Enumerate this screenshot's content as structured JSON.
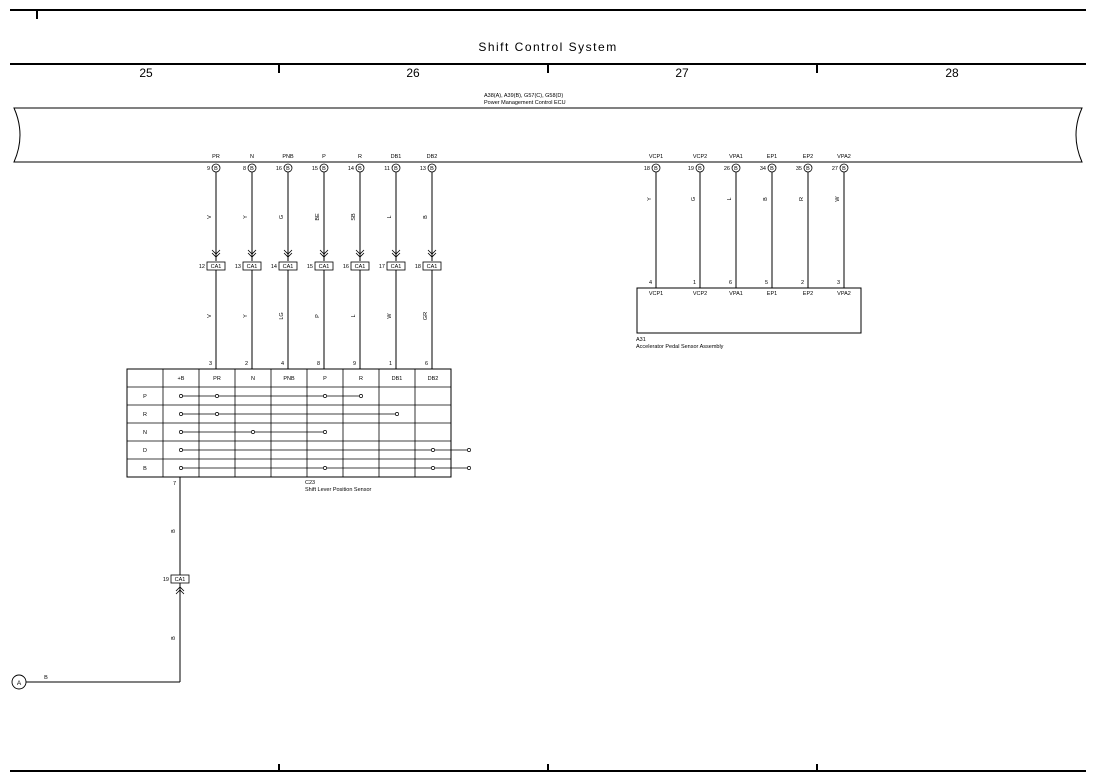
{
  "title": "Shift Control System",
  "columns": [
    "25",
    "26",
    "27",
    "28"
  ],
  "ecu": {
    "codes": "A38(A), A39(B), G57(C), G58(D)",
    "name": "Power Management Control ECU"
  },
  "ecu_pins_left": [
    {
      "name": "PR",
      "pin": "9",
      "conn": "B",
      "wire_top": "V",
      "junction_pin": "12",
      "junction": "CA1",
      "wire_bottom": "V",
      "sensor_pin": "3"
    },
    {
      "name": "N",
      "pin": "8",
      "conn": "B",
      "wire_top": "Y",
      "junction_pin": "13",
      "junction": "CA1",
      "wire_bottom": "Y",
      "sensor_pin": "2"
    },
    {
      "name": "PNB",
      "pin": "16",
      "conn": "B",
      "wire_top": "G",
      "junction_pin": "14",
      "junction": "CA1",
      "wire_bottom": "LG",
      "sensor_pin": "4"
    },
    {
      "name": "P",
      "pin": "15",
      "conn": "B",
      "wire_top": "BE",
      "junction_pin": "15",
      "junction": "CA1",
      "wire_bottom": "P",
      "sensor_pin": "8"
    },
    {
      "name": "R",
      "pin": "14",
      "conn": "B",
      "wire_top": "SB",
      "junction_pin": "16",
      "junction": "CA1",
      "wire_bottom": "L",
      "sensor_pin": "9"
    },
    {
      "name": "DB1",
      "pin": "11",
      "conn": "B",
      "wire_top": "L",
      "junction_pin": "17",
      "junction": "CA1",
      "wire_bottom": "W",
      "sensor_pin": "1"
    },
    {
      "name": "DB2",
      "pin": "13",
      "conn": "B",
      "wire_top": "B",
      "junction_pin": "18",
      "junction": "CA1",
      "wire_bottom": "GR",
      "sensor_pin": "6"
    }
  ],
  "ecu_pins_right": [
    {
      "name": "VCP1",
      "pin": "18",
      "conn": "B",
      "wire": "Y",
      "sensor_pin": "4"
    },
    {
      "name": "VCP2",
      "pin": "19",
      "conn": "B",
      "wire": "G",
      "sensor_pin": "1"
    },
    {
      "name": "VPA1",
      "pin": "26",
      "conn": "B",
      "wire": "L",
      "sensor_pin": "6"
    },
    {
      "name": "EP1",
      "pin": "34",
      "conn": "B",
      "wire": "B",
      "sensor_pin": "5"
    },
    {
      "name": "EP2",
      "pin": "35",
      "conn": "B",
      "wire": "R",
      "sensor_pin": "2"
    },
    {
      "name": "VPA2",
      "pin": "27",
      "conn": "B",
      "wire": "W",
      "sensor_pin": "3"
    }
  ],
  "accel_sensor": {
    "code": "A31",
    "name": "Accelerator Pedal Sensor Assembly",
    "terminals": [
      "VCP1",
      "VCP2",
      "VPA1",
      "EP1",
      "EP2",
      "VPA2"
    ]
  },
  "shift_sensor": {
    "code": "C23",
    "name": "Shift Lever Position Sensor",
    "header": [
      "",
      "+B",
      "PR",
      "N",
      "PNB",
      "P",
      "R",
      "DB1",
      "DB2"
    ],
    "rows": [
      {
        "label": "P",
        "conn": [
          0,
          1,
          4,
          5
        ]
      },
      {
        "label": "R",
        "conn": [
          0,
          1,
          6
        ]
      },
      {
        "label": "N",
        "conn": [
          0,
          2,
          4
        ]
      },
      {
        "label": "D",
        "conn": [
          0,
          7,
          8
        ]
      },
      {
        "label": "B",
        "conn": [
          0,
          4,
          7,
          8
        ]
      }
    ],
    "plus_b_pin": "7"
  },
  "ground_path": {
    "wire_upper": "B",
    "junction_pin": "19",
    "junction": "CA1",
    "wire_lower": "B",
    "wire_horizontal": "B",
    "ref": "A"
  },
  "colors": {
    "line": "#000000",
    "background": "#ffffff"
  }
}
